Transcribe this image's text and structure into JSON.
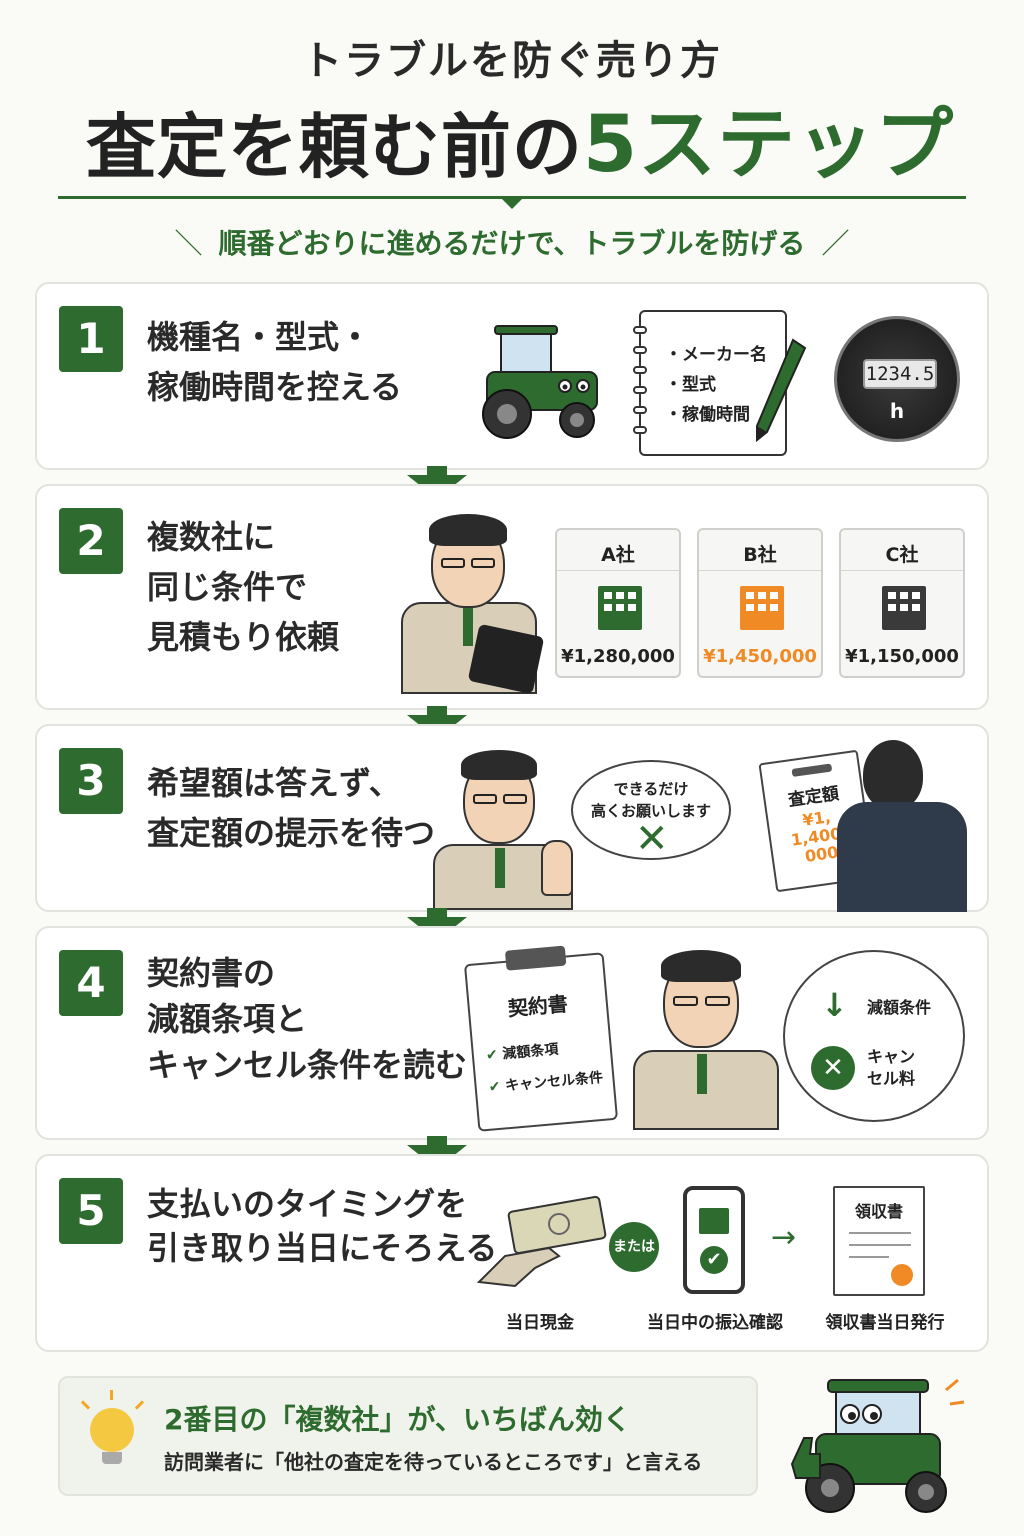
{
  "header": {
    "sub_title": "トラブルを防ぐ売り方",
    "title_prefix": "査定を頼む前の",
    "title_highlight": "5ステップ",
    "tagline": "順番どおりに進めるだけで、トラブルを防げる",
    "tagline_left": "＼",
    "tagline_right": "／"
  },
  "steps": [
    {
      "number": "1",
      "lines": [
        "機種名・型式・",
        "稼働時間を控える"
      ],
      "notebook_items": [
        "・メーカー名",
        "・型式",
        "・稼働時間"
      ],
      "hour_meter": {
        "value": "1234.5",
        "unit": "h"
      }
    },
    {
      "number": "2",
      "lines": [
        "複数社に",
        "同じ条件で",
        "見積もり依頼"
      ],
      "companies": [
        {
          "name": "A社",
          "price": "¥1,280,000",
          "color": "#2e6b2e"
        },
        {
          "name": "B社",
          "price": "¥1,450,000",
          "color": "#f08a24"
        },
        {
          "name": "C社",
          "price": "¥1,150,000",
          "color": "#3a3a3a"
        }
      ]
    },
    {
      "number": "3",
      "lines": [
        "希望額は答えず、",
        "査定額の提示を待つ"
      ],
      "bubble": [
        "できるだけ",
        "高くお願いします"
      ],
      "sheet_title": "査定額",
      "sheet_amount": [
        "¥1,",
        "1,400,",
        "000"
      ]
    },
    {
      "number": "4",
      "lines": [
        "契約書の",
        "減額条項と",
        "キャンセル条件を読む"
      ],
      "clipboard": {
        "title": "契約書",
        "items": [
          "減額条項",
          "キャンセル条件"
        ]
      },
      "bubble_items": [
        "減額条件",
        "キャン\nセル料"
      ]
    },
    {
      "number": "5",
      "lines": [
        "支払いのタイミングを",
        "引き取り当日にそろえる"
      ],
      "or_label": "または",
      "receipt_title": "領収書",
      "captions": [
        "当日現金",
        "当日中の振込確認",
        "領収書当日発行"
      ]
    }
  ],
  "tip": {
    "headline": "2番目の「複数社」が、いちばん効く",
    "body": "訪問業者に「他社の査定を待っているところです」と言える"
  },
  "colors": {
    "accent": "#2e6b2e",
    "orange": "#f08a24"
  }
}
